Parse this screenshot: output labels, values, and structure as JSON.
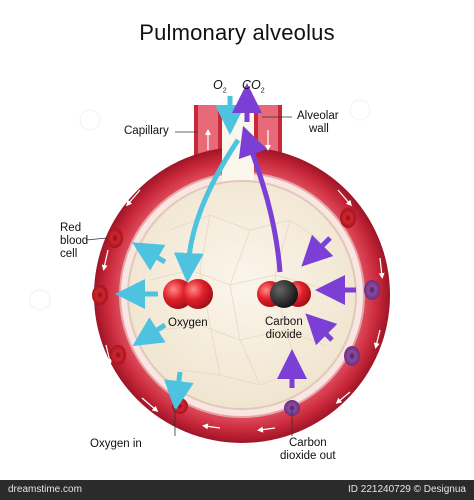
{
  "title": "Pulmonary alveolus",
  "gases": {
    "o2": "O",
    "o2_sub": "2",
    "co2": "CO",
    "co2_sub": "2"
  },
  "labels": {
    "capillary": "Capillary",
    "alveolar_wall_1": "Alveolar",
    "alveolar_wall_2": "wall",
    "rbc_1": "Red",
    "rbc_2": "blood",
    "rbc_3": "cell",
    "oxygen": "Oxygen",
    "co2_1": "Carbon",
    "co2_2": "dioxide",
    "oxygen_in": "Oxygen in",
    "co2_out_1": "Carbon",
    "co2_out_2": "dioxide out"
  },
  "footer": {
    "site": "dreamstime.com",
    "stock_id": "ID 221240729 © Designua"
  },
  "colors": {
    "capillary_blood": "#c8283a",
    "capillary_light": "#e86a78",
    "alveolus_fill": "#f6efe2",
    "oxygen_arrow": "#4ec3e0",
    "co2_arrow": "#7b3fd6",
    "molecule_red": "#e0202a"
  }
}
